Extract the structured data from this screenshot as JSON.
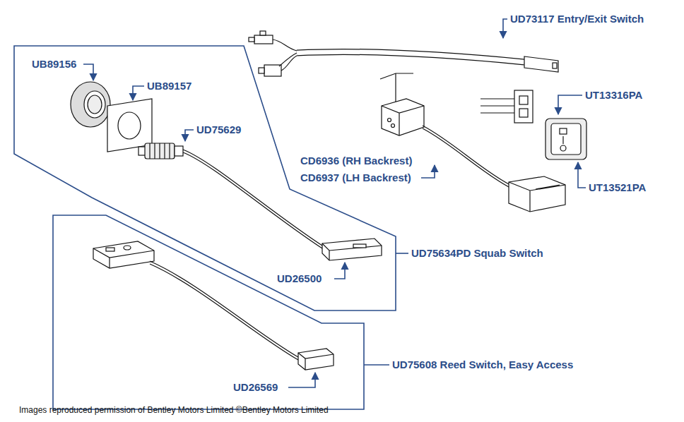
{
  "diagram": {
    "caption": "Images reproduced permission of Bentley Motors Limited ©Bentley Motors Limited",
    "nodes": [
      {
        "text": [
          "UB89156",
          "UB89157",
          "UD75629",
          "UD26500",
          "UD75634PD Squab Switch"
        ]
      },
      {
        "text": [
          "UD26569",
          "UD75608 Reed Switch, Easy Access"
        ]
      }
    ],
    "edges": [],
    "labels": [
      "UD73117 Entry/Exit Switch",
      "UT13316PA",
      "CD6936 (RH Backrest)",
      "CD6937 (LH Backrest)",
      "UT13521PA"
    ]
  }
}
